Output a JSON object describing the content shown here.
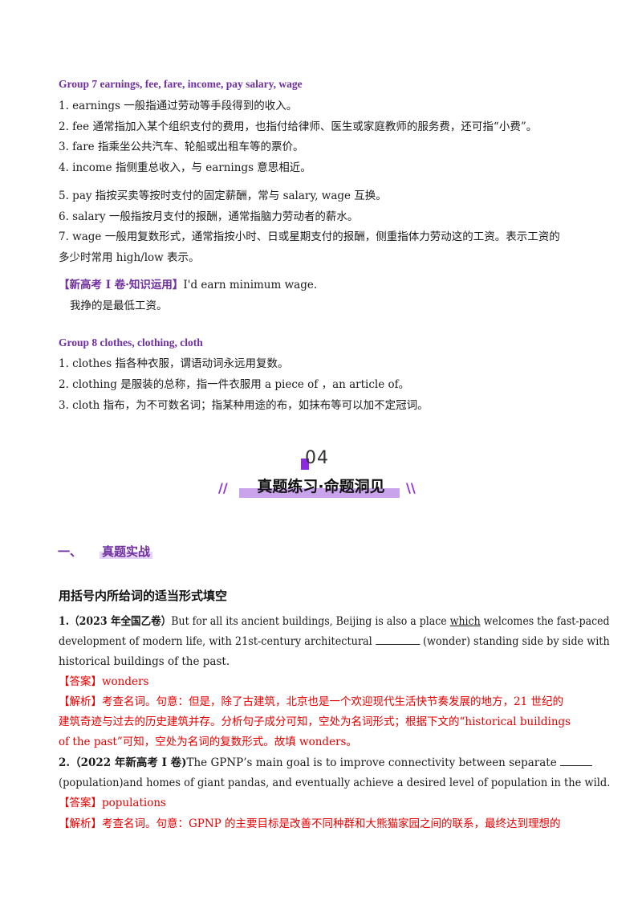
{
  "group7": {
    "heading": "Group    7     earnings,  fee,  fare,  income,  pay  salary,  wage",
    "items": [
      "1.  earnings 一般指通过劳动等手段得到的收入。",
      "2.  fee 通常指加入某个组织支付的费用，也指付给律师、医生或家庭教师的服务费，还可指“小费”。",
      "3.  fare 指乘坐公共汽车、轮船或出租车等的票价。",
      "4.  income 指侧重总收入，与 earnings 意思相近。",
      "5.  pay 指按买卖等按时支付的固定薪酬，常与 salary, wage 互换。",
      "6.  salary 一般指按月支付的报酬，通常指脑力劳动者的薪水。",
      "7.  wage 一般用复数形式，通常指按小时、日或星期支付的报酬，侧重指体力劳动这的工资。表示工资的",
      "多少时常用 high/low 表示。"
    ],
    "example_tag": "【新高考 I 卷·知识运用】",
    "example_en": "I'd  earn  minimum  wage.",
    "example_cn": "我挣的是最低工资。"
  },
  "group8": {
    "heading": "Group    8     clothes,  clothing,  cloth",
    "items": [
      "1.  clothes 指各种衣服，谓语动词永远用复数。",
      "2.  clothing 是服装的总称，指一件衣服用 a  piece  of ，an  article  of。",
      "3.  cloth 指布，为不可数名词；指某种用途的布，如抹布等可以加不定冠词。"
    ]
  },
  "section": {
    "number": "04",
    "title": "真题练习·命题洞见",
    "left_deco": "//",
    "right_deco": "\\\\"
  },
  "part": {
    "label": "一、",
    "title": "真题实战"
  },
  "task": "用括号内所给词的适当形式填空",
  "q1": {
    "source": "1.（2023 年全国乙卷）",
    "line1_a": "But for all its ancient buildings, Beijing is also a place ",
    "line1_ul": "which",
    "line1_b": " welcomes the fast-paced",
    "line2_a": "development of modern life, with 21st-century architectural ",
    "line2_b": " (wonder) standing side by side with",
    "line3": "historical buildings of the past.",
    "answer": "【答案】wonders",
    "analysis1": "【解析】考查名词。句意：但是，除了古建筑，北京也是一个欢迎现代生活快节奏发展的地方，21 世纪的",
    "analysis2": "建筑奇迹与过去的历史建筑并存。分析句子成分可知，空处为名词形式；根据下文的“historical buildings",
    "analysis3": "of the past”可知，空处为名词的复数形式。故填 wonders。"
  },
  "q2": {
    "source": "2.（2022 年新高考 I 卷)",
    "line1_a": "The GPNP’s main goal is to improve connectivity between separate ",
    "line2": "(population)and homes of giant pandas, and eventually  achieve a desired level of population in the wild.",
    "answer": "【答案】populations",
    "analysis1": "【解析】考查名词。句意：GPNP 的主要目标是改善不同种群和大熊猫家园之间的联系，最终达到理想的"
  }
}
